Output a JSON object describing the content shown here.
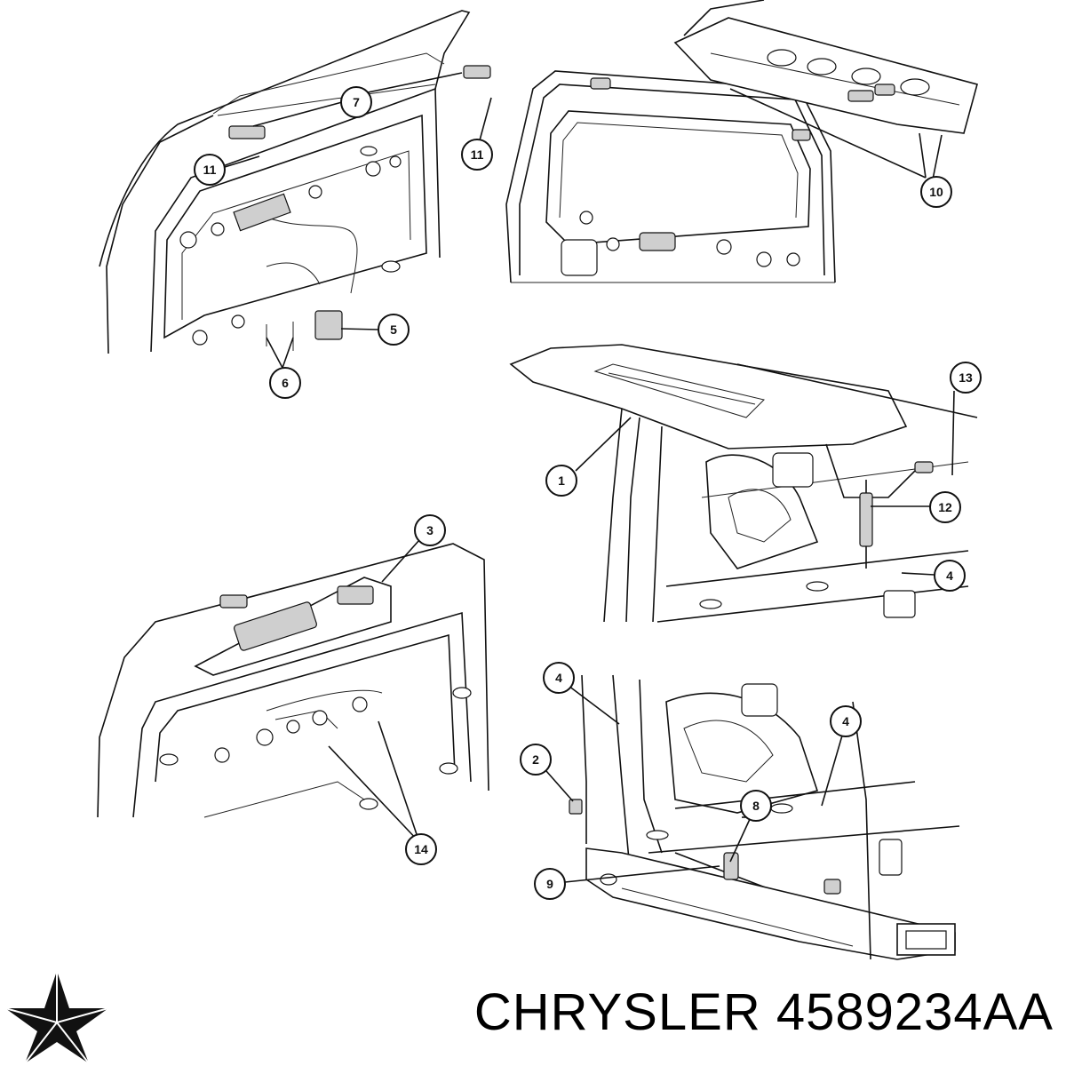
{
  "diagram": {
    "callouts": [
      "7",
      "11",
      "11",
      "5",
      "6",
      "10",
      "13",
      "1",
      "12",
      "4",
      "3",
      "14",
      "4",
      "4",
      "2",
      "8",
      "9"
    ]
  },
  "footer": {
    "brand": "CHRYSLER",
    "part_number": "4589234AA",
    "logo": "chrysler-pentastar-logo"
  }
}
